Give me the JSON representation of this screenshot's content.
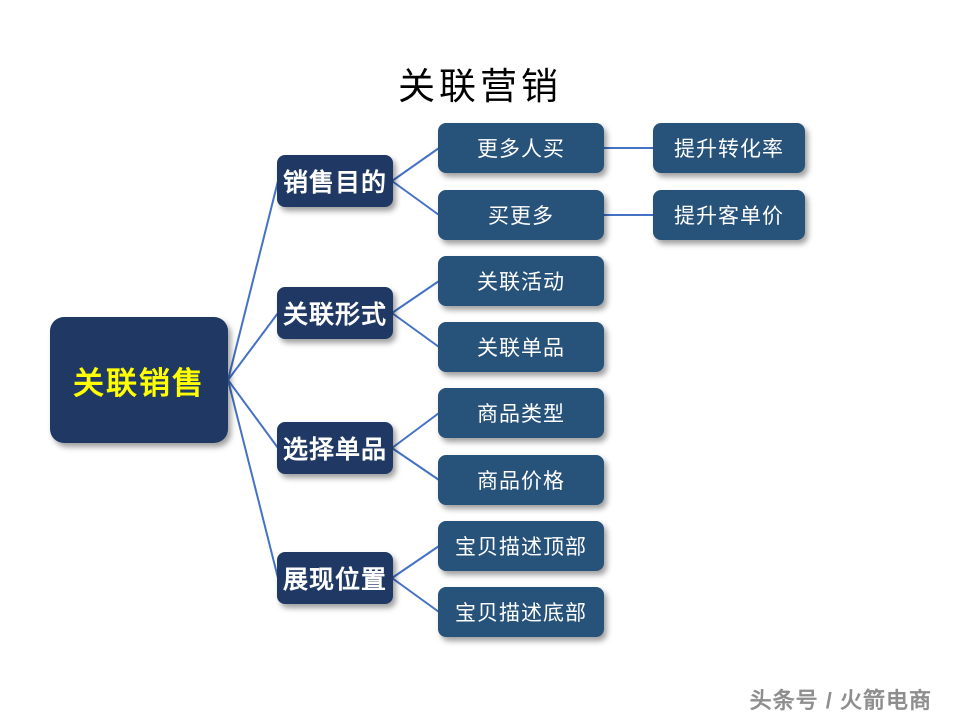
{
  "title": "关联营销",
  "watermark": "头条号 / 火箭电商",
  "colors": {
    "root_bg": "#203864",
    "branch_bg": "#203864",
    "leaf_bg": "#27527a",
    "root_text": "#ffff00",
    "node_text": "#ffffff",
    "line_color": "#4472C4"
  },
  "root": {
    "label": "关联销售"
  },
  "branches": [
    {
      "label": "销售目的",
      "children": [
        {
          "label": "更多人买",
          "child": {
            "label": "提升转化率"
          }
        },
        {
          "label": "买更多",
          "child": {
            "label": "提升客单价"
          }
        }
      ]
    },
    {
      "label": "关联形式",
      "children": [
        {
          "label": "关联活动"
        },
        {
          "label": "关联单品"
        }
      ]
    },
    {
      "label": "选择单品",
      "children": [
        {
          "label": "商品类型"
        },
        {
          "label": "商品价格"
        }
      ]
    },
    {
      "label": "展现位置",
      "children": [
        {
          "label": "宝贝描述顶部"
        },
        {
          "label": "宝贝描述底部"
        }
      ]
    }
  ]
}
